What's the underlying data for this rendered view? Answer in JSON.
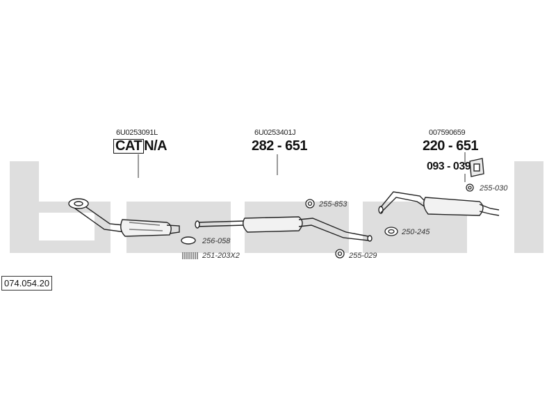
{
  "watermark_color": "#dedede",
  "diagram_ref": "074.054.20",
  "sections": {
    "front": {
      "oem": "6U0253091L",
      "cat_label": "CAT",
      "code": "N/A"
    },
    "middle": {
      "oem": "6U0253401J",
      "code": "282 - 651"
    },
    "rear": {
      "oem": "007590659",
      "code": "220 - 651",
      "sub_code": "093 - 039"
    }
  },
  "parts": {
    "gasket_front": "256-058",
    "spring_kit": "251-203X2",
    "rubber_mid_top": "255-853",
    "rubber_mid_bottom": "255-029",
    "clamp_rear": "250-245",
    "rubber_rear": "255-030"
  }
}
